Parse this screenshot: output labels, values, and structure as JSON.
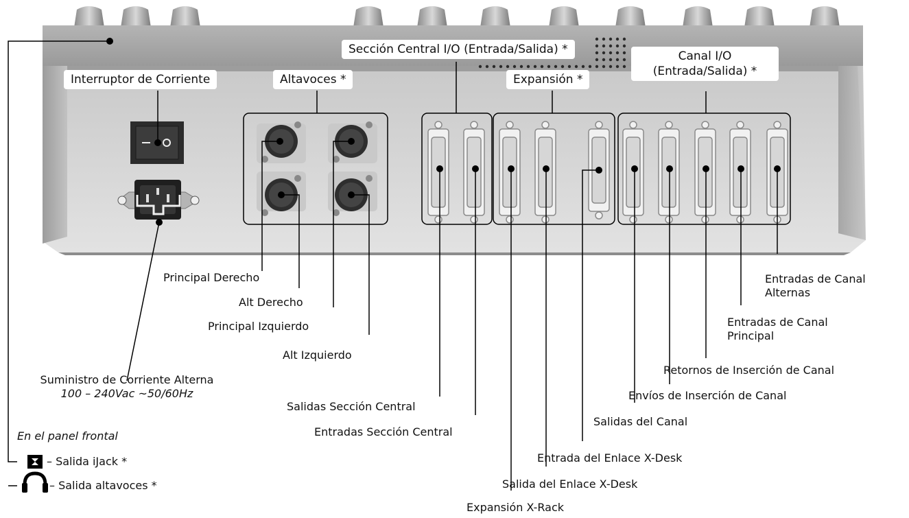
{
  "callouts": {
    "power_switch": "Interruptor de Corriente",
    "speakers": "Altavoces *",
    "center_io": "Sección Central I/O (Entrada/Salida) *",
    "expansion": "Expansión *",
    "channel_io_line1": "Canal I/O",
    "channel_io_line2": "(Entrada/Salida) *"
  },
  "labels": {
    "ac_supply": "Suministro de Corriente Alterna",
    "ac_supply_spec": "100 – 240Vac ~50/60Hz",
    "main_right": "Principal Derecho",
    "alt_right": "Alt Derecho",
    "main_left": "Principal Izquierdo",
    "alt_left": "Alt Izquierdo",
    "center_outputs": "Salidas Sección Central",
    "center_inputs": "Entradas Sección Central",
    "xrack_expansion": "Expansión X-Rack",
    "xdesk_out": "Salida del Enlace X-Desk",
    "xdesk_in": "Entrada del Enlace X-Desk",
    "channel_outputs": "Salidas del Canal",
    "insert_sends": "Envíos de Inserción de Canal",
    "insert_returns": "Retornos de Inserción de Canal",
    "main_inputs_line1": "Entradas de Canal",
    "main_inputs_line2": "Principal",
    "alt_inputs_line1": "Entradas de Canal",
    "alt_inputs_line2": "Alternas",
    "front_panel": "En el panel frontal",
    "ijack_out": "– Salida iJack *",
    "headphone_out": "– Salida altavoces *"
  },
  "icons": {
    "ijack": "ijack-icon",
    "headphones": "headphones-icon"
  },
  "colors": {
    "panel_top": "#a9a9a9",
    "panel_back": "#cfcfcf",
    "connector": "#ececec",
    "line": "#000000"
  }
}
